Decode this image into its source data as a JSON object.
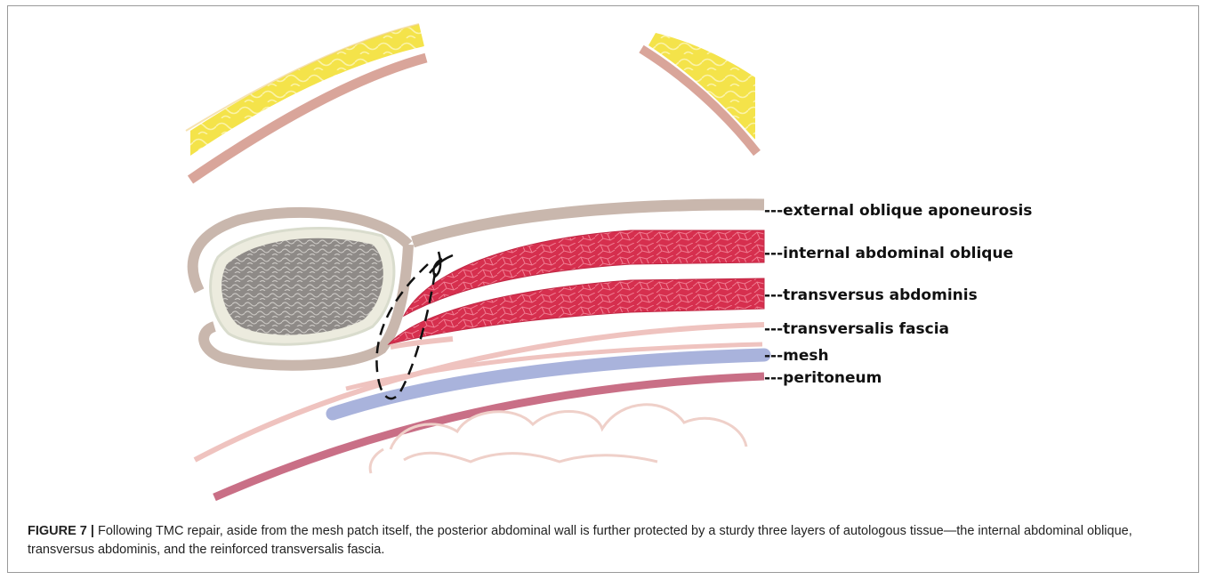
{
  "labels": {
    "external_oblique": "---external oblique aponeurosis",
    "internal_oblique": "---internal abdominal oblique",
    "transversus": "---transversus abdominis",
    "transversalis": "---transversalis fascia",
    "mesh": "---mesh",
    "peritoneum": "---peritoneum"
  },
  "caption": {
    "figure_number": "FIGURE 7 |",
    "text": " Following TMC repair, aside from the mesh patch itself, the posterior abdominal wall is further protected by a sturdy three layers of autologous tissue—the internal abdominal oblique, transversus abdominis, and the reinforced transversalis fascia."
  },
  "colors": {
    "fat": "#f4e34a",
    "skin": "#d9a59a",
    "aponeurosis": "#c9b7ad",
    "muscle": "#d62f4e",
    "fascia": "#efc3bf",
    "mesh": "#a9b3dc",
    "peritoneum": "#c96f86",
    "bone": "#8e8a87",
    "suture": "#111111"
  }
}
